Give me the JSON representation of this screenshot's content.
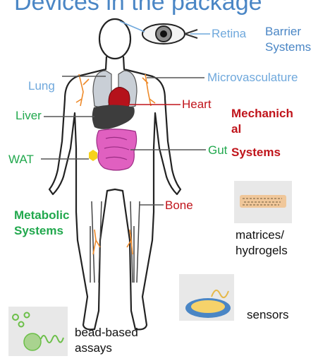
{
  "title": "Devices in the package",
  "labels": {
    "retina": "Retina",
    "barrier": [
      "Barrier",
      "Systems"
    ],
    "lung": "Lung",
    "microvasculature": "Microvasculature",
    "liver": "Liver",
    "heart": "Heart",
    "mechanical": [
      "Mechanich",
      "al",
      "Systems"
    ],
    "wat": "WAT",
    "gut": "Gut",
    "metabolic": [
      "Metabolic",
      "Systems"
    ],
    "bone": "Bone"
  },
  "devices": {
    "matrices": [
      "matrices/",
      "hydrogels"
    ],
    "sensors": "sensors",
    "bead": [
      "bead-based",
      "assays"
    ]
  },
  "colors": {
    "blue": "#6fa8dc",
    "green": "#21a84d",
    "red": "#c0141b",
    "pink": "#e060c0",
    "orange": "#ee8a2a",
    "gray": "#555555"
  }
}
